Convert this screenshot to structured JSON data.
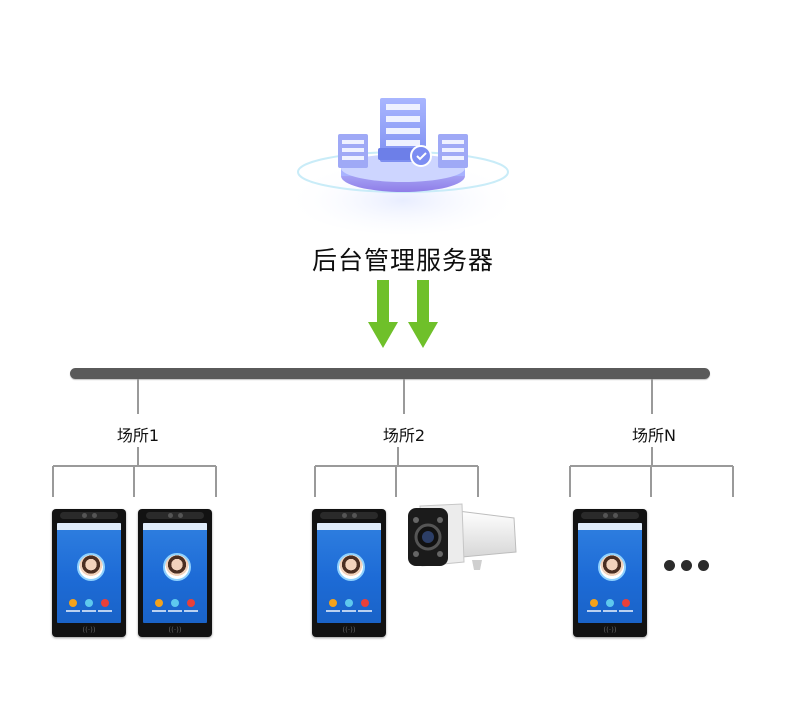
{
  "server": {
    "label": "后台管理服务器",
    "icon": "server-cluster-icon"
  },
  "sites": [
    {
      "label": "场所1",
      "devices": [
        "face-terminal",
        "face-terminal"
      ]
    },
    {
      "label": "场所2",
      "devices": [
        "face-terminal",
        "bullet-camera"
      ]
    },
    {
      "label": "场所N",
      "devices": [
        "face-terminal",
        "more"
      ]
    }
  ],
  "colors": {
    "arrow": "#6fc02a",
    "bus": "#5a5a5a",
    "connector": "#9a9a9a",
    "server_accent": "#7b8cf0"
  }
}
